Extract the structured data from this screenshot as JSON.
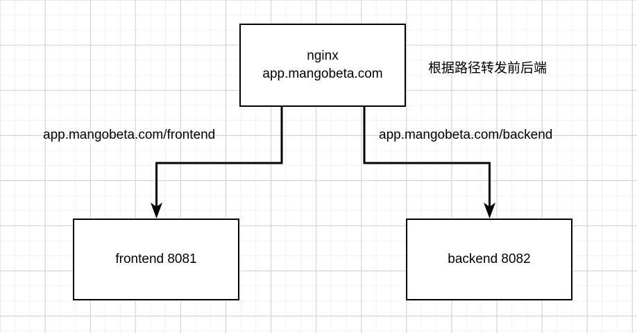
{
  "diagram": {
    "title_note": "根据路径转发前后端",
    "nodes": {
      "gateway": {
        "label": "nginx\napp.mangobeta.com",
        "name": "nginx",
        "host": "app.mangobeta.com"
      },
      "frontend": {
        "label": "frontend 8081",
        "service": "frontend",
        "port": "8081"
      },
      "backend": {
        "label": "backend 8082",
        "service": "backend",
        "port": "8082"
      }
    },
    "edges": [
      {
        "from": "gateway",
        "to": "frontend",
        "label": "app.mangobeta.com/frontend"
      },
      {
        "from": "gateway",
        "to": "backend",
        "label": "app.mangobeta.com/backend"
      }
    ],
    "colors": {
      "stroke": "#000000",
      "node_fill": "#ffffff",
      "grid_minor": "#f2f2f2",
      "grid_major": "#cfcfcf"
    }
  }
}
